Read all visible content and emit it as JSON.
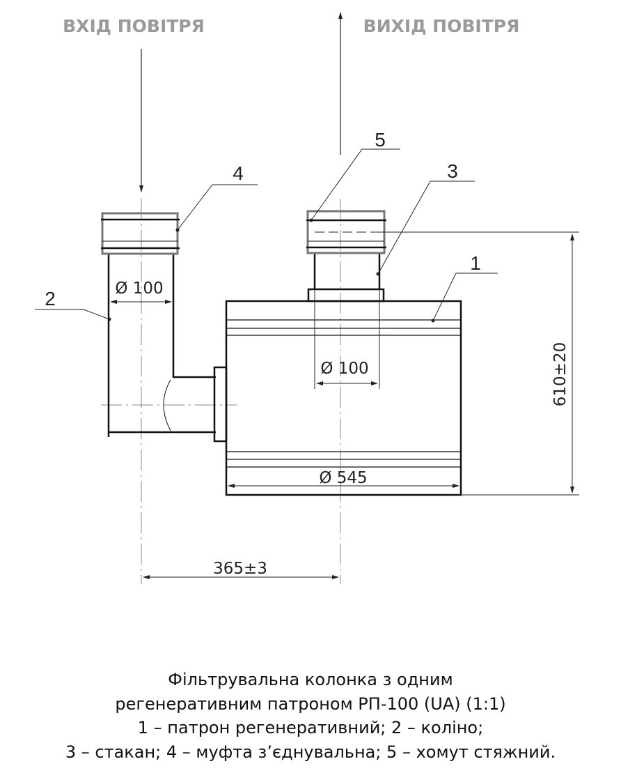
{
  "headers": {
    "inlet": "ВХІД ПОВІТРЯ",
    "outlet": "ВИХІД ПОВІТРЯ"
  },
  "callouts": [
    "1",
    "2",
    "3",
    "4",
    "5"
  ],
  "dimensions": {
    "inlet_diameter": "Ø 100",
    "outlet_diameter": "Ø 100",
    "body_diameter": "Ø 545",
    "height": "610±20",
    "spacing": "365±3"
  },
  "caption": [
    "Фільтрувальна колонка з одним",
    "регенеративним патроном РП-100 (UA) (1:1)",
    "1 – патрон регенеративний; 2 – коліно;",
    "3 – стакан; 4 – муфта з’єднувальна; 5 – хомут стяжний."
  ]
}
